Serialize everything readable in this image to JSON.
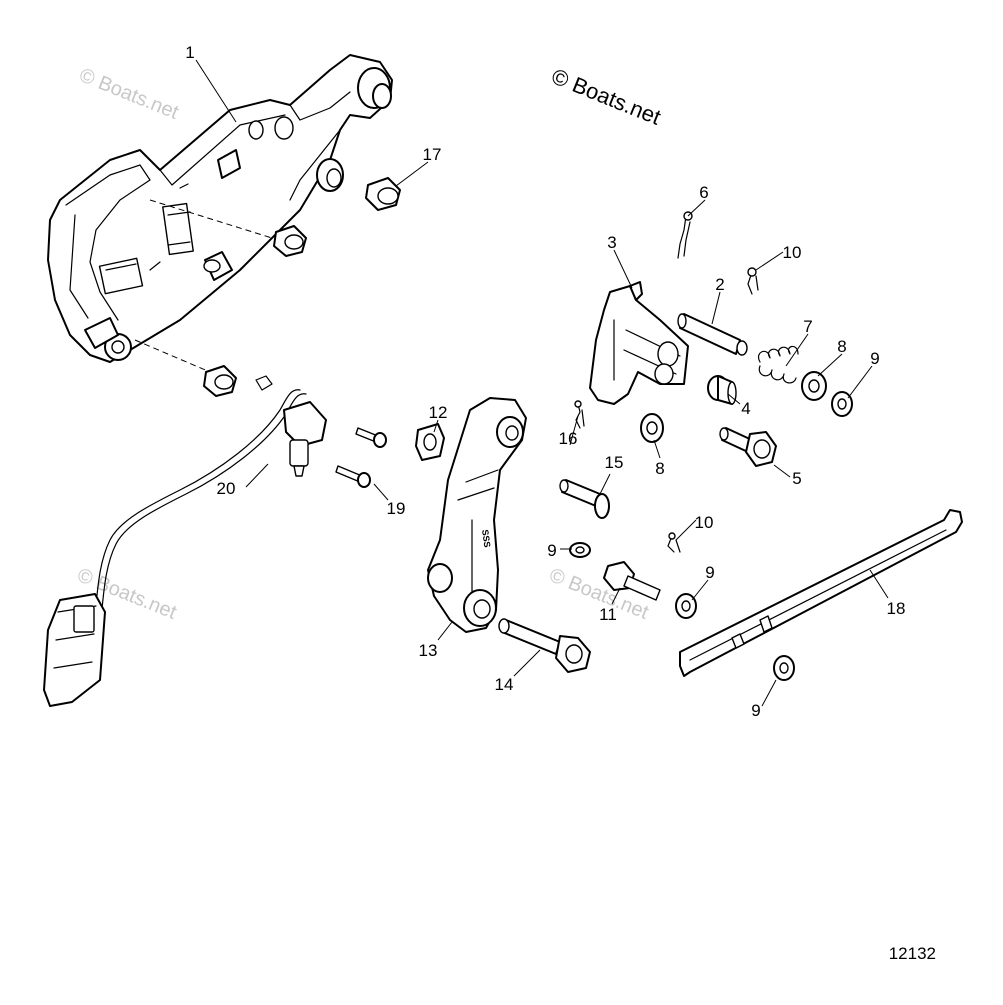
{
  "diagram": {
    "figure_number": "12132",
    "watermark_main": "© Boats.net",
    "watermark_faint": "© Boats.net",
    "cast_mark": "SSS",
    "labels": {
      "p1": "1",
      "p2": "2",
      "p3": "3",
      "p4": "4",
      "p5": "5",
      "p6": "6",
      "p7": "7",
      "p8a": "8",
      "p8b": "8",
      "p9a": "9",
      "p9b": "9",
      "p9c": "9",
      "p9d": "9",
      "p10a": "10",
      "p10b": "10",
      "p11": "11",
      "p12": "12",
      "p13": "13",
      "p14": "14",
      "p15": "15",
      "p16": "16",
      "p17": "17",
      "p18": "18",
      "p19": "19",
      "p20": "20"
    }
  }
}
